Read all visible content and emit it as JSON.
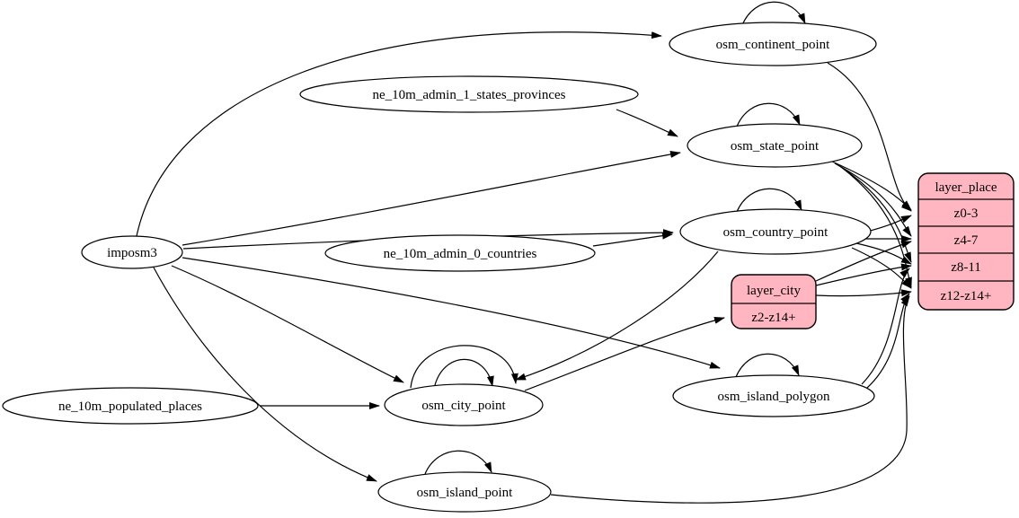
{
  "diagram": {
    "kind": "etl-dependency-graph",
    "colors": {
      "background": "#ffffff",
      "node_fill": "#ffffff",
      "record_fill": "#ffb6c1",
      "stroke": "#000000",
      "text": "#000000"
    },
    "nodes": {
      "imposm3": {
        "label": "imposm3",
        "shape": "ellipse"
      },
      "ne_10m_admin_1_states_provinces": {
        "label": "ne_10m_admin_1_states_provinces",
        "shape": "ellipse"
      },
      "ne_10m_admin_0_countries": {
        "label": "ne_10m_admin_0_countries",
        "shape": "ellipse"
      },
      "ne_10m_populated_places": {
        "label": "ne_10m_populated_places",
        "shape": "ellipse"
      },
      "osm_continent_point": {
        "label": "osm_continent_point",
        "shape": "ellipse"
      },
      "osm_state_point": {
        "label": "osm_state_point",
        "shape": "ellipse"
      },
      "osm_country_point": {
        "label": "osm_country_point",
        "shape": "ellipse"
      },
      "osm_city_point": {
        "label": "osm_city_point",
        "shape": "ellipse"
      },
      "osm_island_polygon": {
        "label": "osm_island_polygon",
        "shape": "ellipse"
      },
      "osm_island_point": {
        "label": "osm_island_point",
        "shape": "ellipse"
      },
      "layer_place": {
        "label": "layer_place",
        "shape": "record",
        "rows": [
          "z0-3",
          "z4-7",
          "z8-11",
          "z12-z14+"
        ]
      },
      "layer_city": {
        "label": "layer_city",
        "shape": "record",
        "rows": [
          "z2-z14+"
        ]
      }
    },
    "edges": [
      {
        "from": "imposm3",
        "to": "osm_continent_point"
      },
      {
        "from": "imposm3",
        "to": "osm_state_point"
      },
      {
        "from": "imposm3",
        "to": "osm_country_point"
      },
      {
        "from": "imposm3",
        "to": "osm_city_point"
      },
      {
        "from": "imposm3",
        "to": "osm_island_polygon"
      },
      {
        "from": "imposm3",
        "to": "osm_island_point"
      },
      {
        "from": "ne_10m_admin_1_states_provinces",
        "to": "osm_state_point"
      },
      {
        "from": "ne_10m_admin_0_countries",
        "to": "osm_country_point"
      },
      {
        "from": "ne_10m_populated_places",
        "to": "osm_city_point"
      },
      {
        "from": "osm_country_point",
        "to": "osm_city_point"
      },
      {
        "from": "osm_continent_point",
        "to": "osm_continent_point",
        "self_loop": true
      },
      {
        "from": "osm_state_point",
        "to": "osm_state_point",
        "self_loop": true
      },
      {
        "from": "osm_country_point",
        "to": "osm_country_point",
        "self_loop": true
      },
      {
        "from": "osm_city_point",
        "to": "osm_city_point",
        "self_loop": true
      },
      {
        "from": "osm_city_point",
        "to": "osm_city_point",
        "self_loop": true
      },
      {
        "from": "osm_island_polygon",
        "to": "osm_island_polygon",
        "self_loop": true
      },
      {
        "from": "osm_island_point",
        "to": "osm_island_point",
        "self_loop": true
      },
      {
        "from": "osm_city_point",
        "to": "layer_city",
        "port": "z2-z14+"
      },
      {
        "from": "osm_continent_point",
        "to": "layer_place",
        "port": "z0-3"
      },
      {
        "from": "osm_state_point",
        "to": "layer_place",
        "port": "z0-3"
      },
      {
        "from": "osm_state_point",
        "to": "layer_place",
        "port": "z4-7"
      },
      {
        "from": "osm_state_point",
        "to": "layer_place",
        "port": "z8-11"
      },
      {
        "from": "osm_state_point",
        "to": "layer_place",
        "port": "z12-z14+"
      },
      {
        "from": "osm_country_point",
        "to": "layer_place",
        "port": "z0-3"
      },
      {
        "from": "osm_country_point",
        "to": "layer_place",
        "port": "z4-7"
      },
      {
        "from": "osm_country_point",
        "to": "layer_place",
        "port": "z8-11"
      },
      {
        "from": "osm_country_point",
        "to": "layer_place",
        "port": "z12-z14+"
      },
      {
        "from": "layer_city",
        "to": "layer_place",
        "port": "z4-7"
      },
      {
        "from": "layer_city",
        "to": "layer_place",
        "port": "z8-11"
      },
      {
        "from": "layer_city",
        "to": "layer_place",
        "port": "z12-z14+"
      },
      {
        "from": "osm_island_polygon",
        "to": "layer_place",
        "port": "z8-11"
      },
      {
        "from": "osm_island_polygon",
        "to": "layer_place",
        "port": "z12-z14+"
      },
      {
        "from": "osm_island_point",
        "to": "layer_place",
        "port": "z12-z14+"
      }
    ]
  }
}
